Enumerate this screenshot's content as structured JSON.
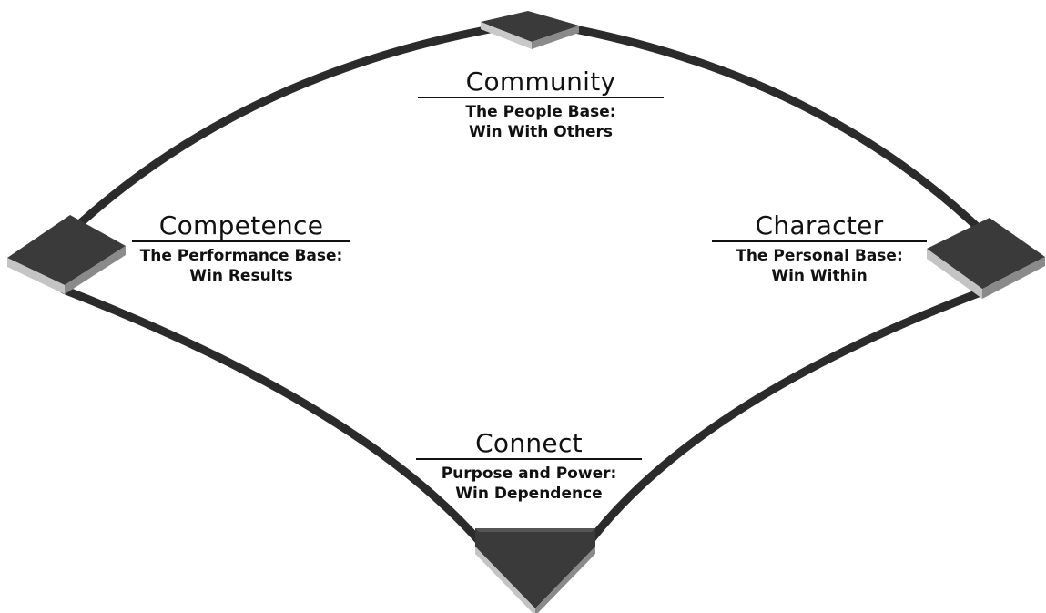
{
  "bases": {
    "community": {
      "title": "Community",
      "subtitle_line1": "The People Base:",
      "subtitle_line2": "Win With Others"
    },
    "competence": {
      "title": "Competence",
      "subtitle_line1": "The Performance Base:",
      "subtitle_line2": "Win Results"
    },
    "character": {
      "title": "Character",
      "subtitle_line1": "The Personal Base:",
      "subtitle_line2": "Win Within"
    },
    "connect": {
      "title": "Connect",
      "subtitle_line1": "Purpose and Power:",
      "subtitle_line2": "Win Dependence"
    }
  },
  "colors": {
    "baseline": "#4a4a4a",
    "base_top": "#3a3a3a",
    "base_edge": "#b8b8b8",
    "text": "#111111"
  }
}
